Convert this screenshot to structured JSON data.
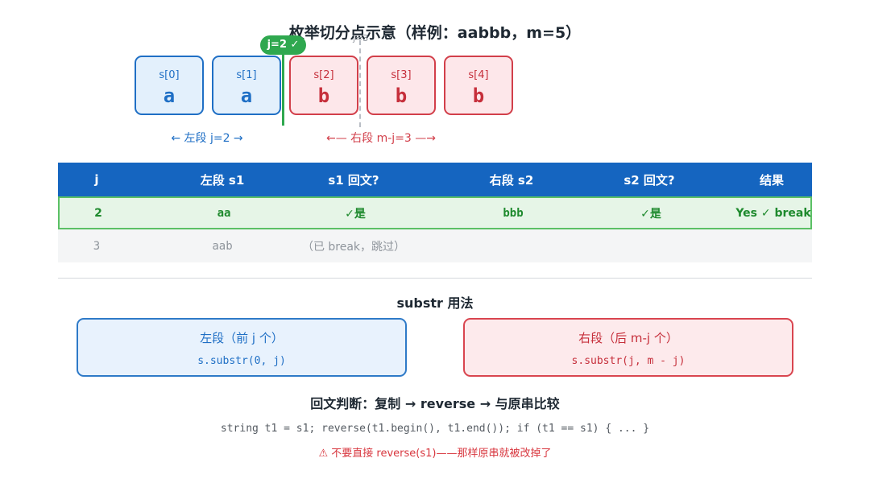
{
  "title": "枚举切分点示意（样例：aabbb，m=5）",
  "cells": [
    {
      "index": "s[0]",
      "char": "a",
      "side": "left"
    },
    {
      "index": "s[1]",
      "char": "a",
      "side": "left"
    },
    {
      "index": "s[2]",
      "char": "b",
      "side": "right"
    },
    {
      "index": "s[3]",
      "char": "b",
      "side": "right"
    },
    {
      "index": "s[4]",
      "char": "b",
      "side": "right"
    }
  ],
  "split_badge": "j=2 ✓",
  "dashed_label": "j=3",
  "left_segment_label": "← 左段 j=2 →",
  "right_segment_label": "←— 右段 m-j=3 —→",
  "table": {
    "headers": [
      "j",
      "左段 s1",
      "s1 回文?",
      "右段 s2",
      "s2 回文?",
      "结果"
    ],
    "rows": [
      [
        "2",
        "aa",
        "✓是",
        "bbb",
        "✓是",
        "Yes ✓ break"
      ],
      [
        "3",
        "aab",
        "（已 break，跳过）",
        "",
        "",
        ""
      ]
    ]
  },
  "substr_title": "substr 用法",
  "left_box": {
    "heading": "左段（前 j 个）",
    "code": "s.substr(0, j)"
  },
  "right_box": {
    "heading": "右段（后 m-j 个）",
    "code": "s.substr(j, m - j)"
  },
  "compare_title": "回文判断：复制 → reverse → 与原串比较",
  "compare_code": "string t1 = s1; reverse(t1.begin(), t1.end()); if (t1 == s1) { ... }",
  "warning": "⚠ 不要直接 reverse(s1)——那样原串就被改掉了",
  "colors": {
    "left": "#1f6fc5",
    "right": "#d23f4a",
    "ok": "#2fa84f",
    "header": "#1565c0"
  }
}
